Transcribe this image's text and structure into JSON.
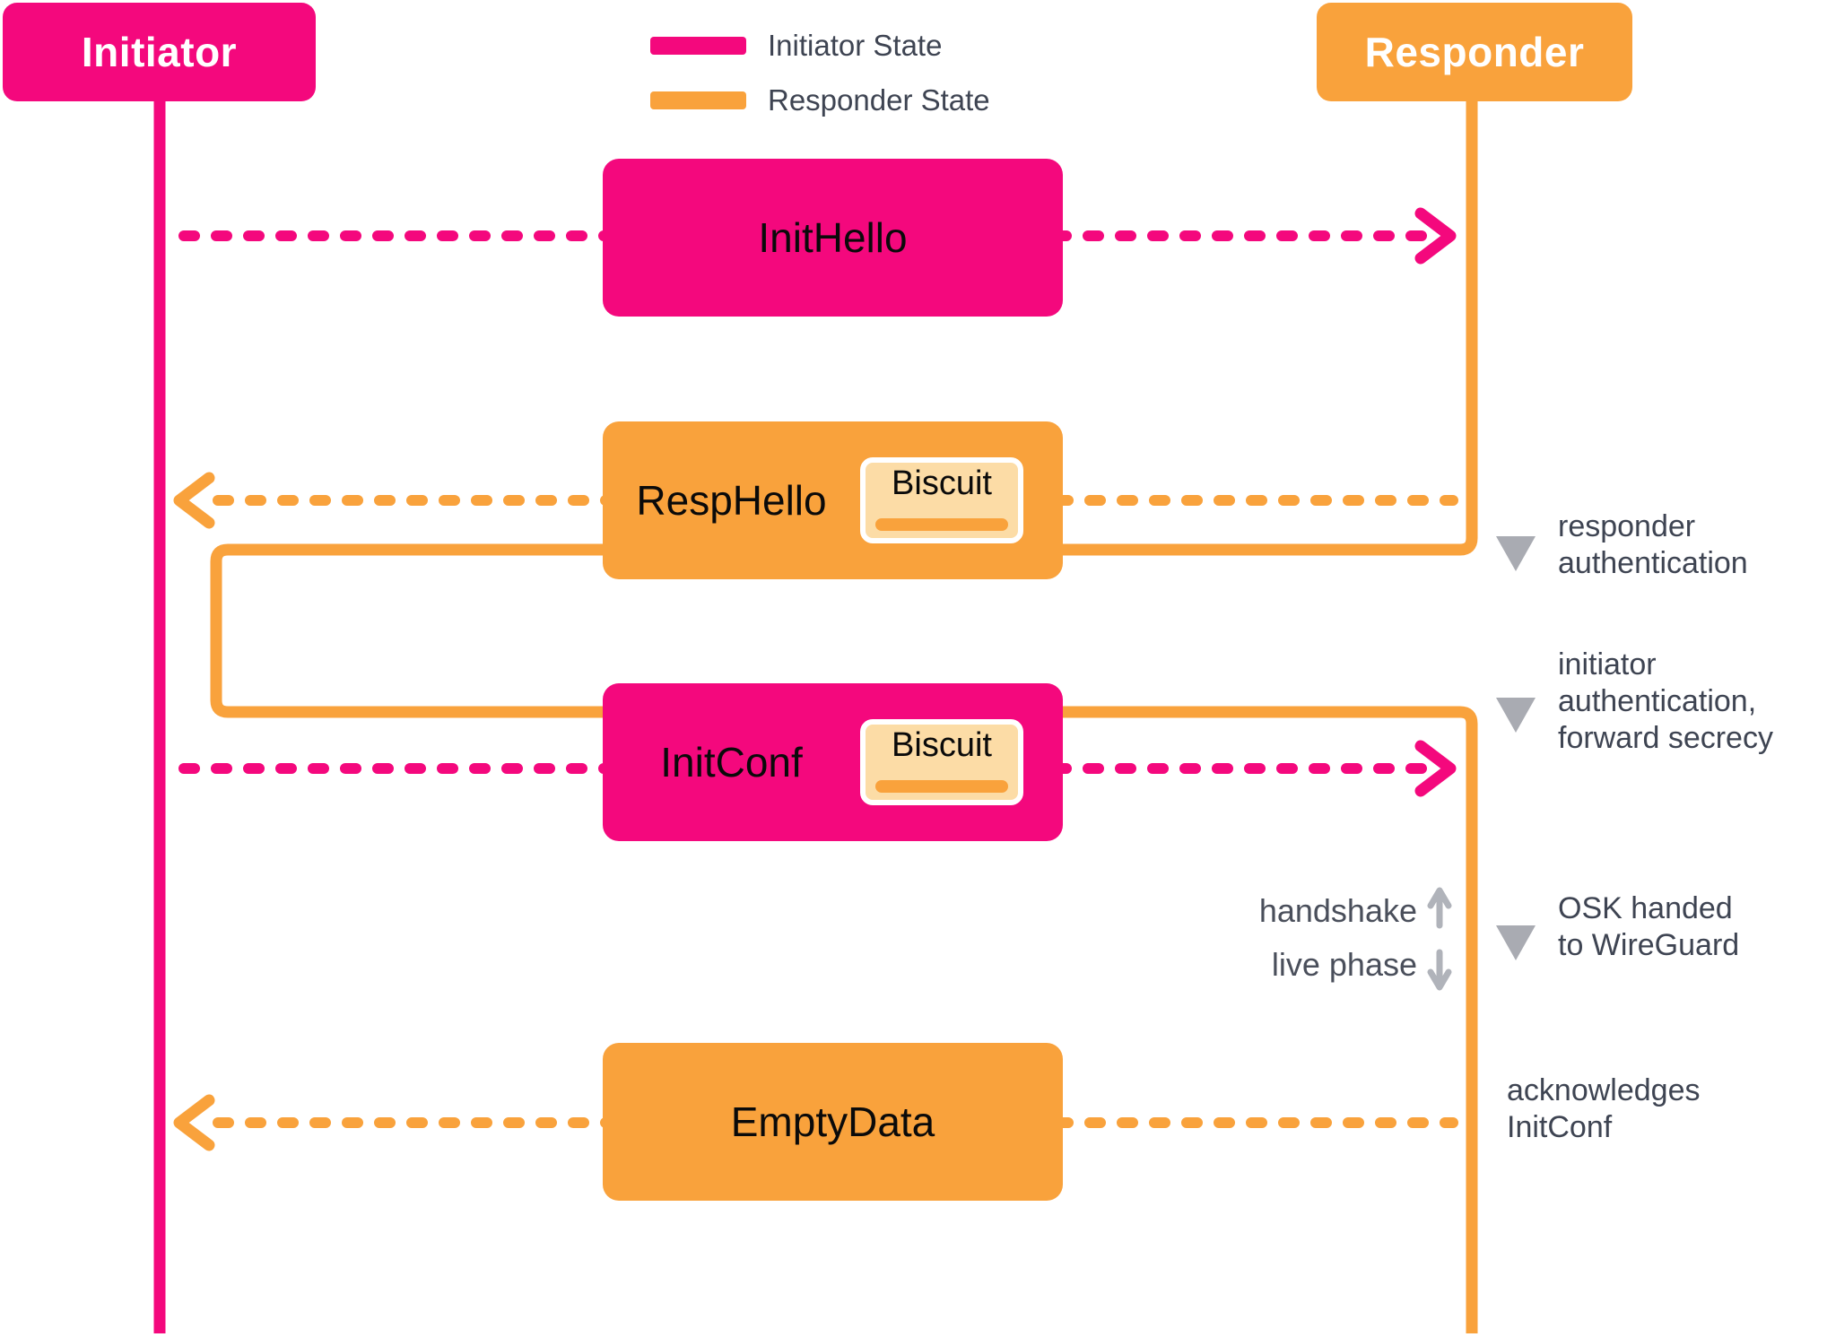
{
  "actors": {
    "initiator": "Initiator",
    "responder": "Responder"
  },
  "legend": {
    "initiator_state": "Initiator State",
    "responder_state": "Responder State"
  },
  "messages": [
    {
      "label": "InitHello",
      "direction": "initiator-to-responder"
    },
    {
      "label": "RespHello",
      "biscuit_label": "Biscuit",
      "direction": "responder-to-initiator"
    },
    {
      "label": "InitConf",
      "biscuit_label": "Biscuit",
      "direction": "initiator-to-responder"
    },
    {
      "label": "EmptyData",
      "direction": "responder-to-initiator"
    }
  ],
  "annotations": [
    {
      "lines": [
        "responder",
        "authentication"
      ]
    },
    {
      "lines": [
        "initiator",
        "authentication,",
        "forward secrecy"
      ]
    },
    {
      "lines": [
        "OSK handed",
        "to WireGuard"
      ]
    },
    {
      "lines": [
        "acknowledges",
        "InitConf"
      ]
    }
  ],
  "phase": {
    "handshake": "handshake",
    "live_phase": "live phase"
  },
  "colors": {
    "pink": "#F4087D",
    "orange": "#F9A23C",
    "peach": "#FCDCA6",
    "gray_triangle": "#A9ABB2",
    "gray_arrow": "#B0B3BA",
    "text_dark": "#3E4452",
    "phase_text": "#4A4F5B",
    "label_black": "#0A0A0A",
    "white": "#FFFFFF"
  }
}
